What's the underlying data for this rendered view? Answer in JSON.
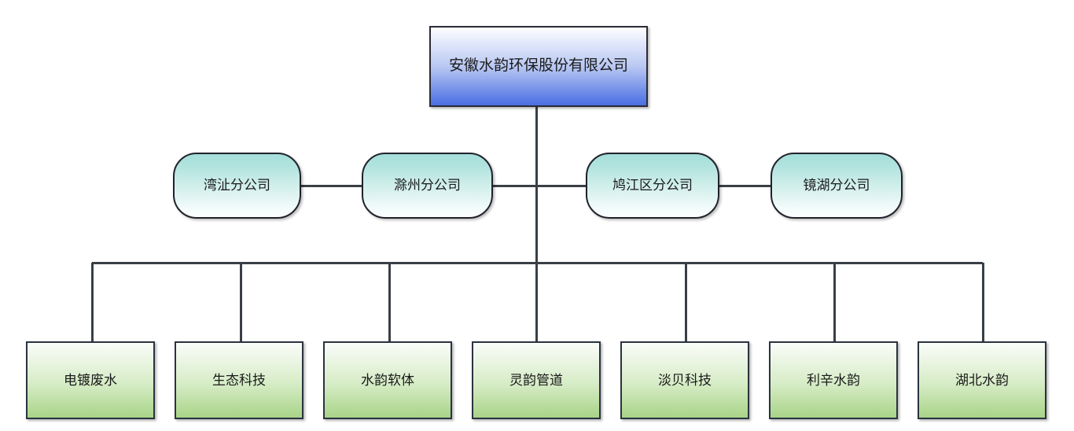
{
  "diagram": {
    "type": "organization-chart",
    "orientation": "top-down",
    "levels": 3,
    "colors": {
      "root_fill_top": "#ffffff",
      "root_fill_bottom": "#4a6fe0",
      "branch_fill_top": "#a4ded9",
      "branch_fill_bottom": "#fbfefe",
      "subsidiary_fill_top": "#fbfdf9",
      "subsidiary_fill_bottom": "#a9d489",
      "connector": "#3a3f46",
      "border_root": "#2b2b35",
      "border_branch": "#21212b",
      "border_subsidiary": "#2b3340",
      "text": "#1a1a1a",
      "background": "#ffffff"
    }
  },
  "root": {
    "label": "安徽水韵环保股份有限公司"
  },
  "branches": [
    {
      "label": "湾沚分公司"
    },
    {
      "label": "滁州分公司"
    },
    {
      "label": "鸠江区分公司"
    },
    {
      "label": "镜湖分公司"
    }
  ],
  "subsidiaries": [
    {
      "label": "电镀废水"
    },
    {
      "label": "生态科技"
    },
    {
      "label": "水韵软体"
    },
    {
      "label": "灵韵管道"
    },
    {
      "label": "淡贝科技"
    },
    {
      "label": "利辛水韵"
    },
    {
      "label": "湖北水韵"
    }
  ]
}
